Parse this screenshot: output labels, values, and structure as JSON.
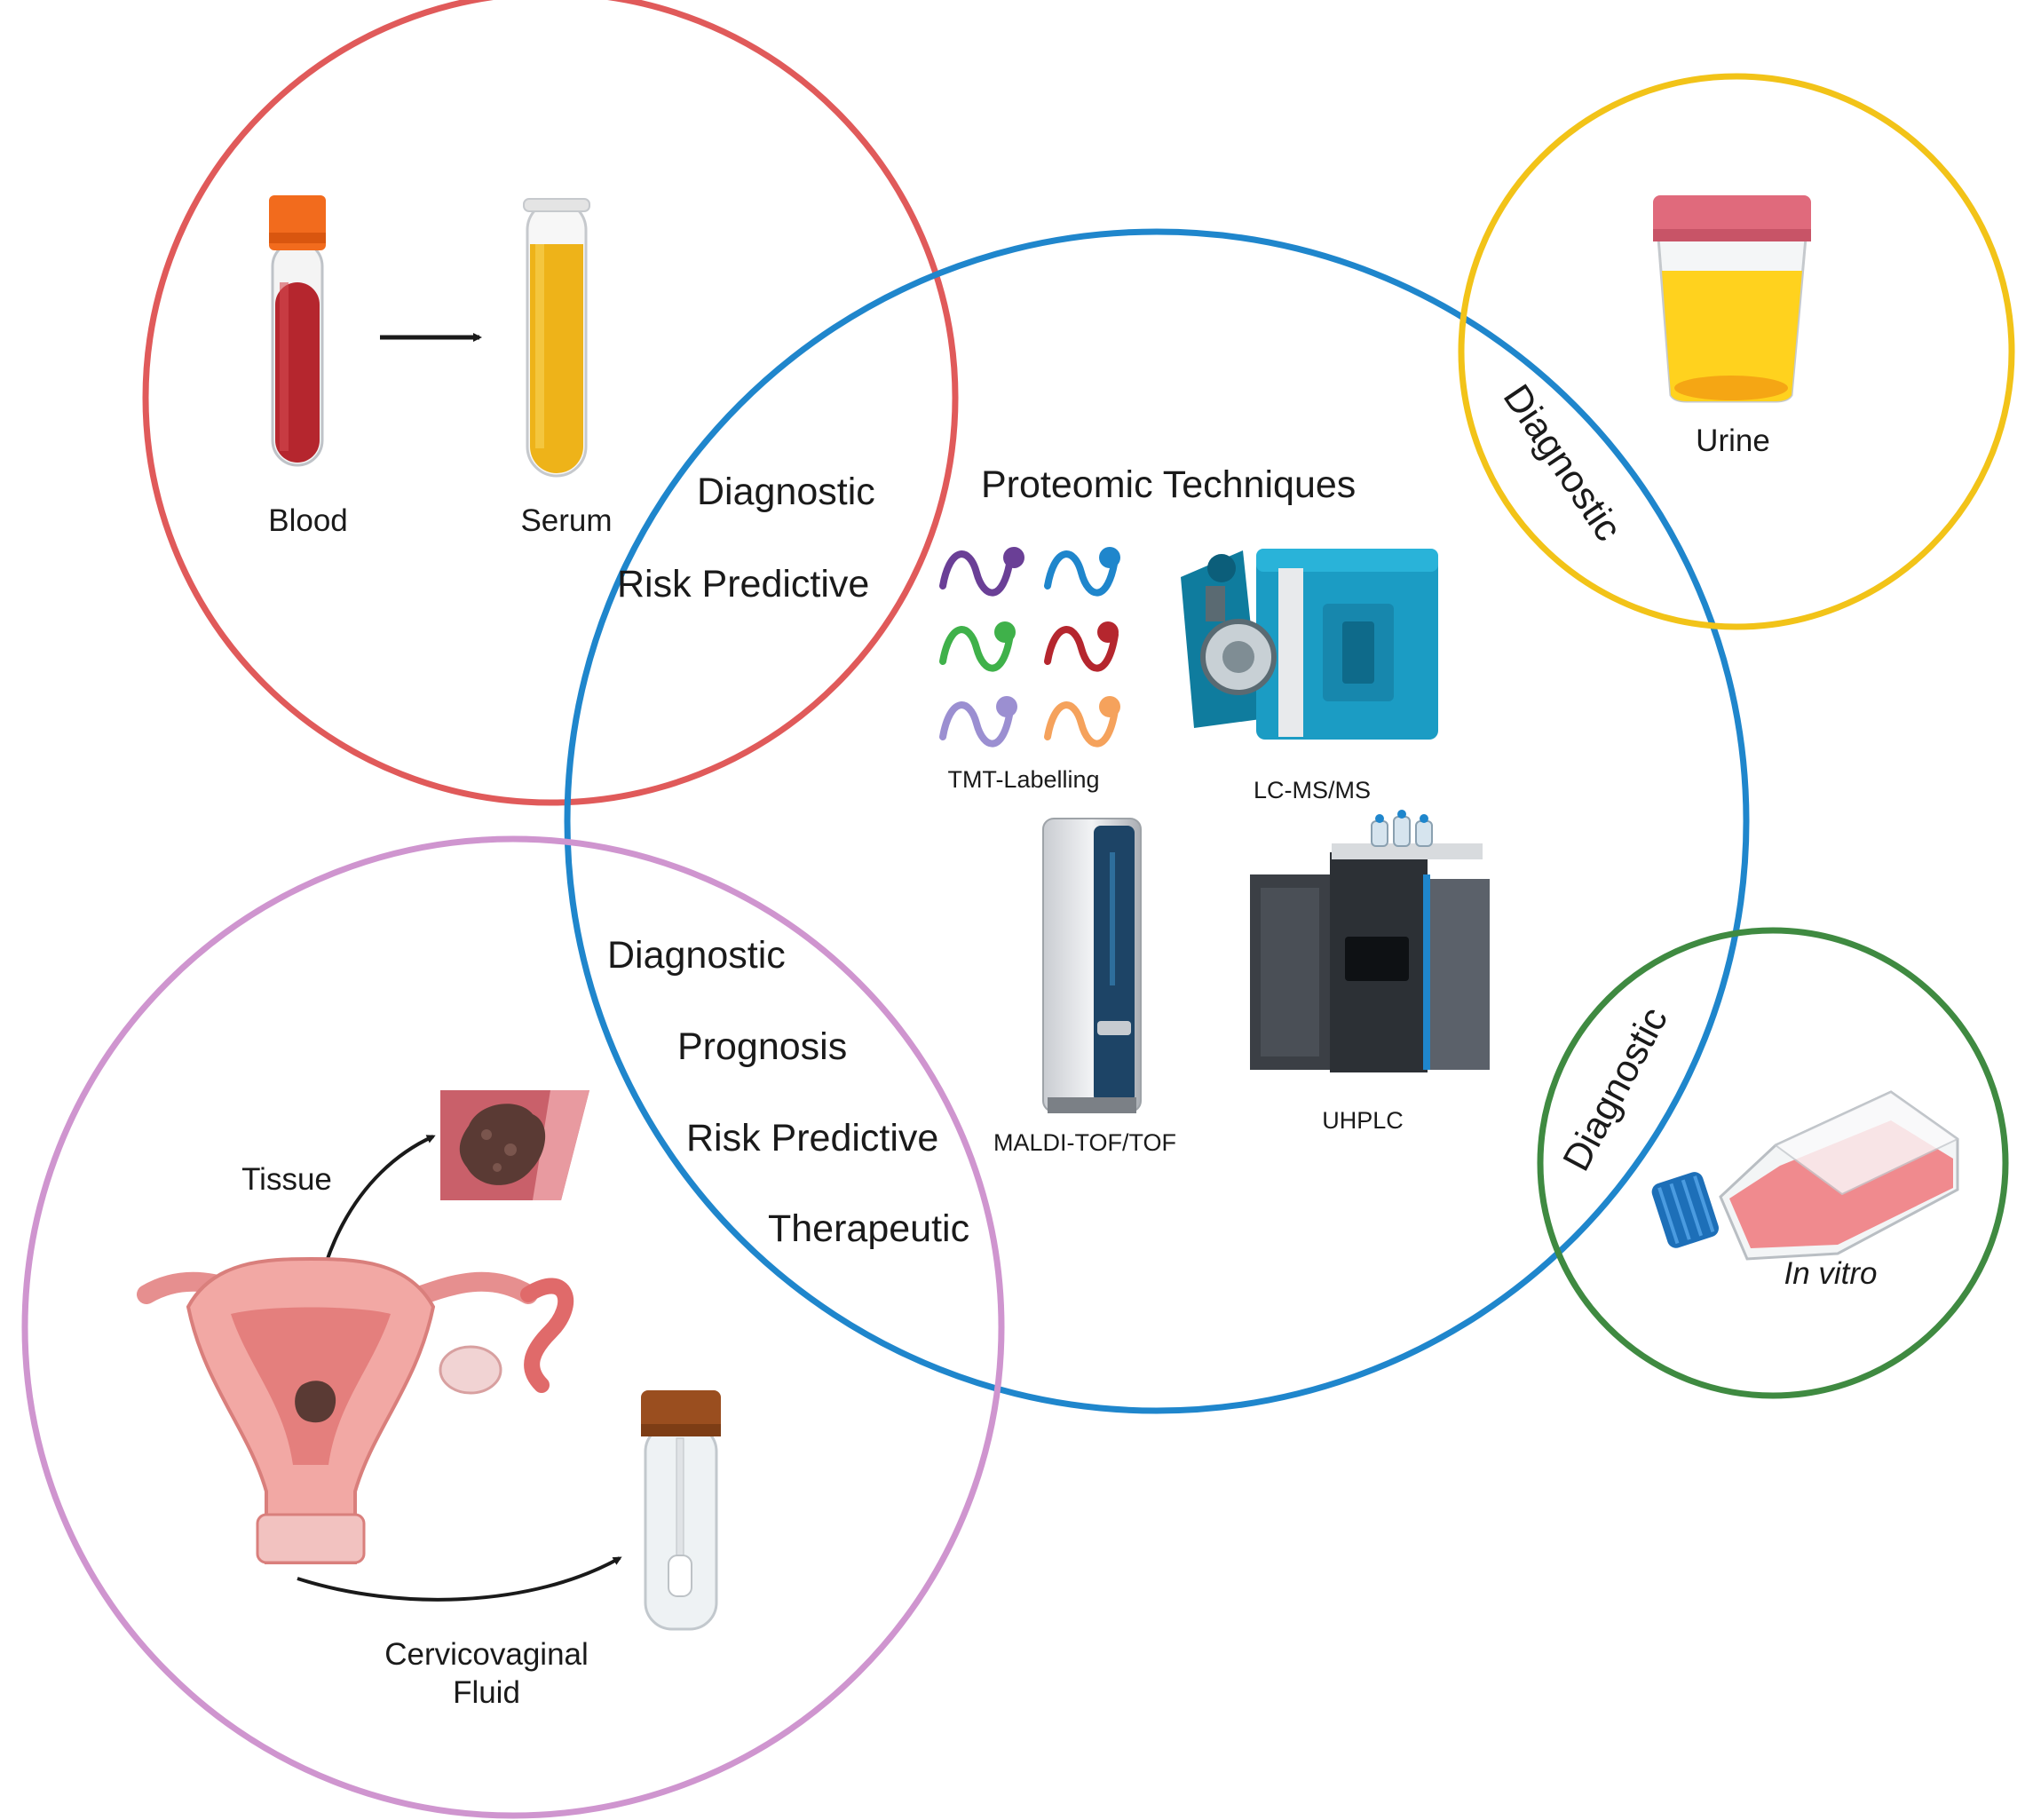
{
  "colors": {
    "blood_circle": "#e05a5a",
    "proteomics_circle": "#1f86cc",
    "urine_circle": "#f2c318",
    "invitro_circle": "#3f8a41",
    "tissue_circle": "#cf95cf",
    "text": "#1a1a1a"
  },
  "blood_group": {
    "blood_label": "Blood",
    "serum_label": "Serum",
    "uses": [
      "Diagnostic",
      "Risk Predictive"
    ]
  },
  "proteomics": {
    "title": "Proteomic Techniques",
    "techniques": [
      "TMT-Labelling",
      "LC-MS/MS",
      "MALDI-TOF/TOF",
      "UHPLC"
    ]
  },
  "urine_group": {
    "label": "Urine",
    "use": "Diagnostic"
  },
  "invitro_group": {
    "label": "In vitro",
    "use": "Diagnostic"
  },
  "tissue_group": {
    "tissue_label": "Tissue",
    "fluid_label_line1": "Cervicovaginal",
    "fluid_label_line2": "Fluid",
    "uses": [
      "Diagnostic",
      "Prognosis",
      "Risk Predictive",
      "Therapeutic"
    ]
  },
  "icons": [
    "blood-tube-icon",
    "serum-tube-icon",
    "urine-cup-icon",
    "cell-culture-flask-icon",
    "uterus-icon",
    "tissue-sample-icon",
    "swab-tube-icon",
    "peptide-tag-icon",
    "mass-spectrometer-icon",
    "maldi-instrument-icon",
    "uhplc-instrument-icon"
  ]
}
